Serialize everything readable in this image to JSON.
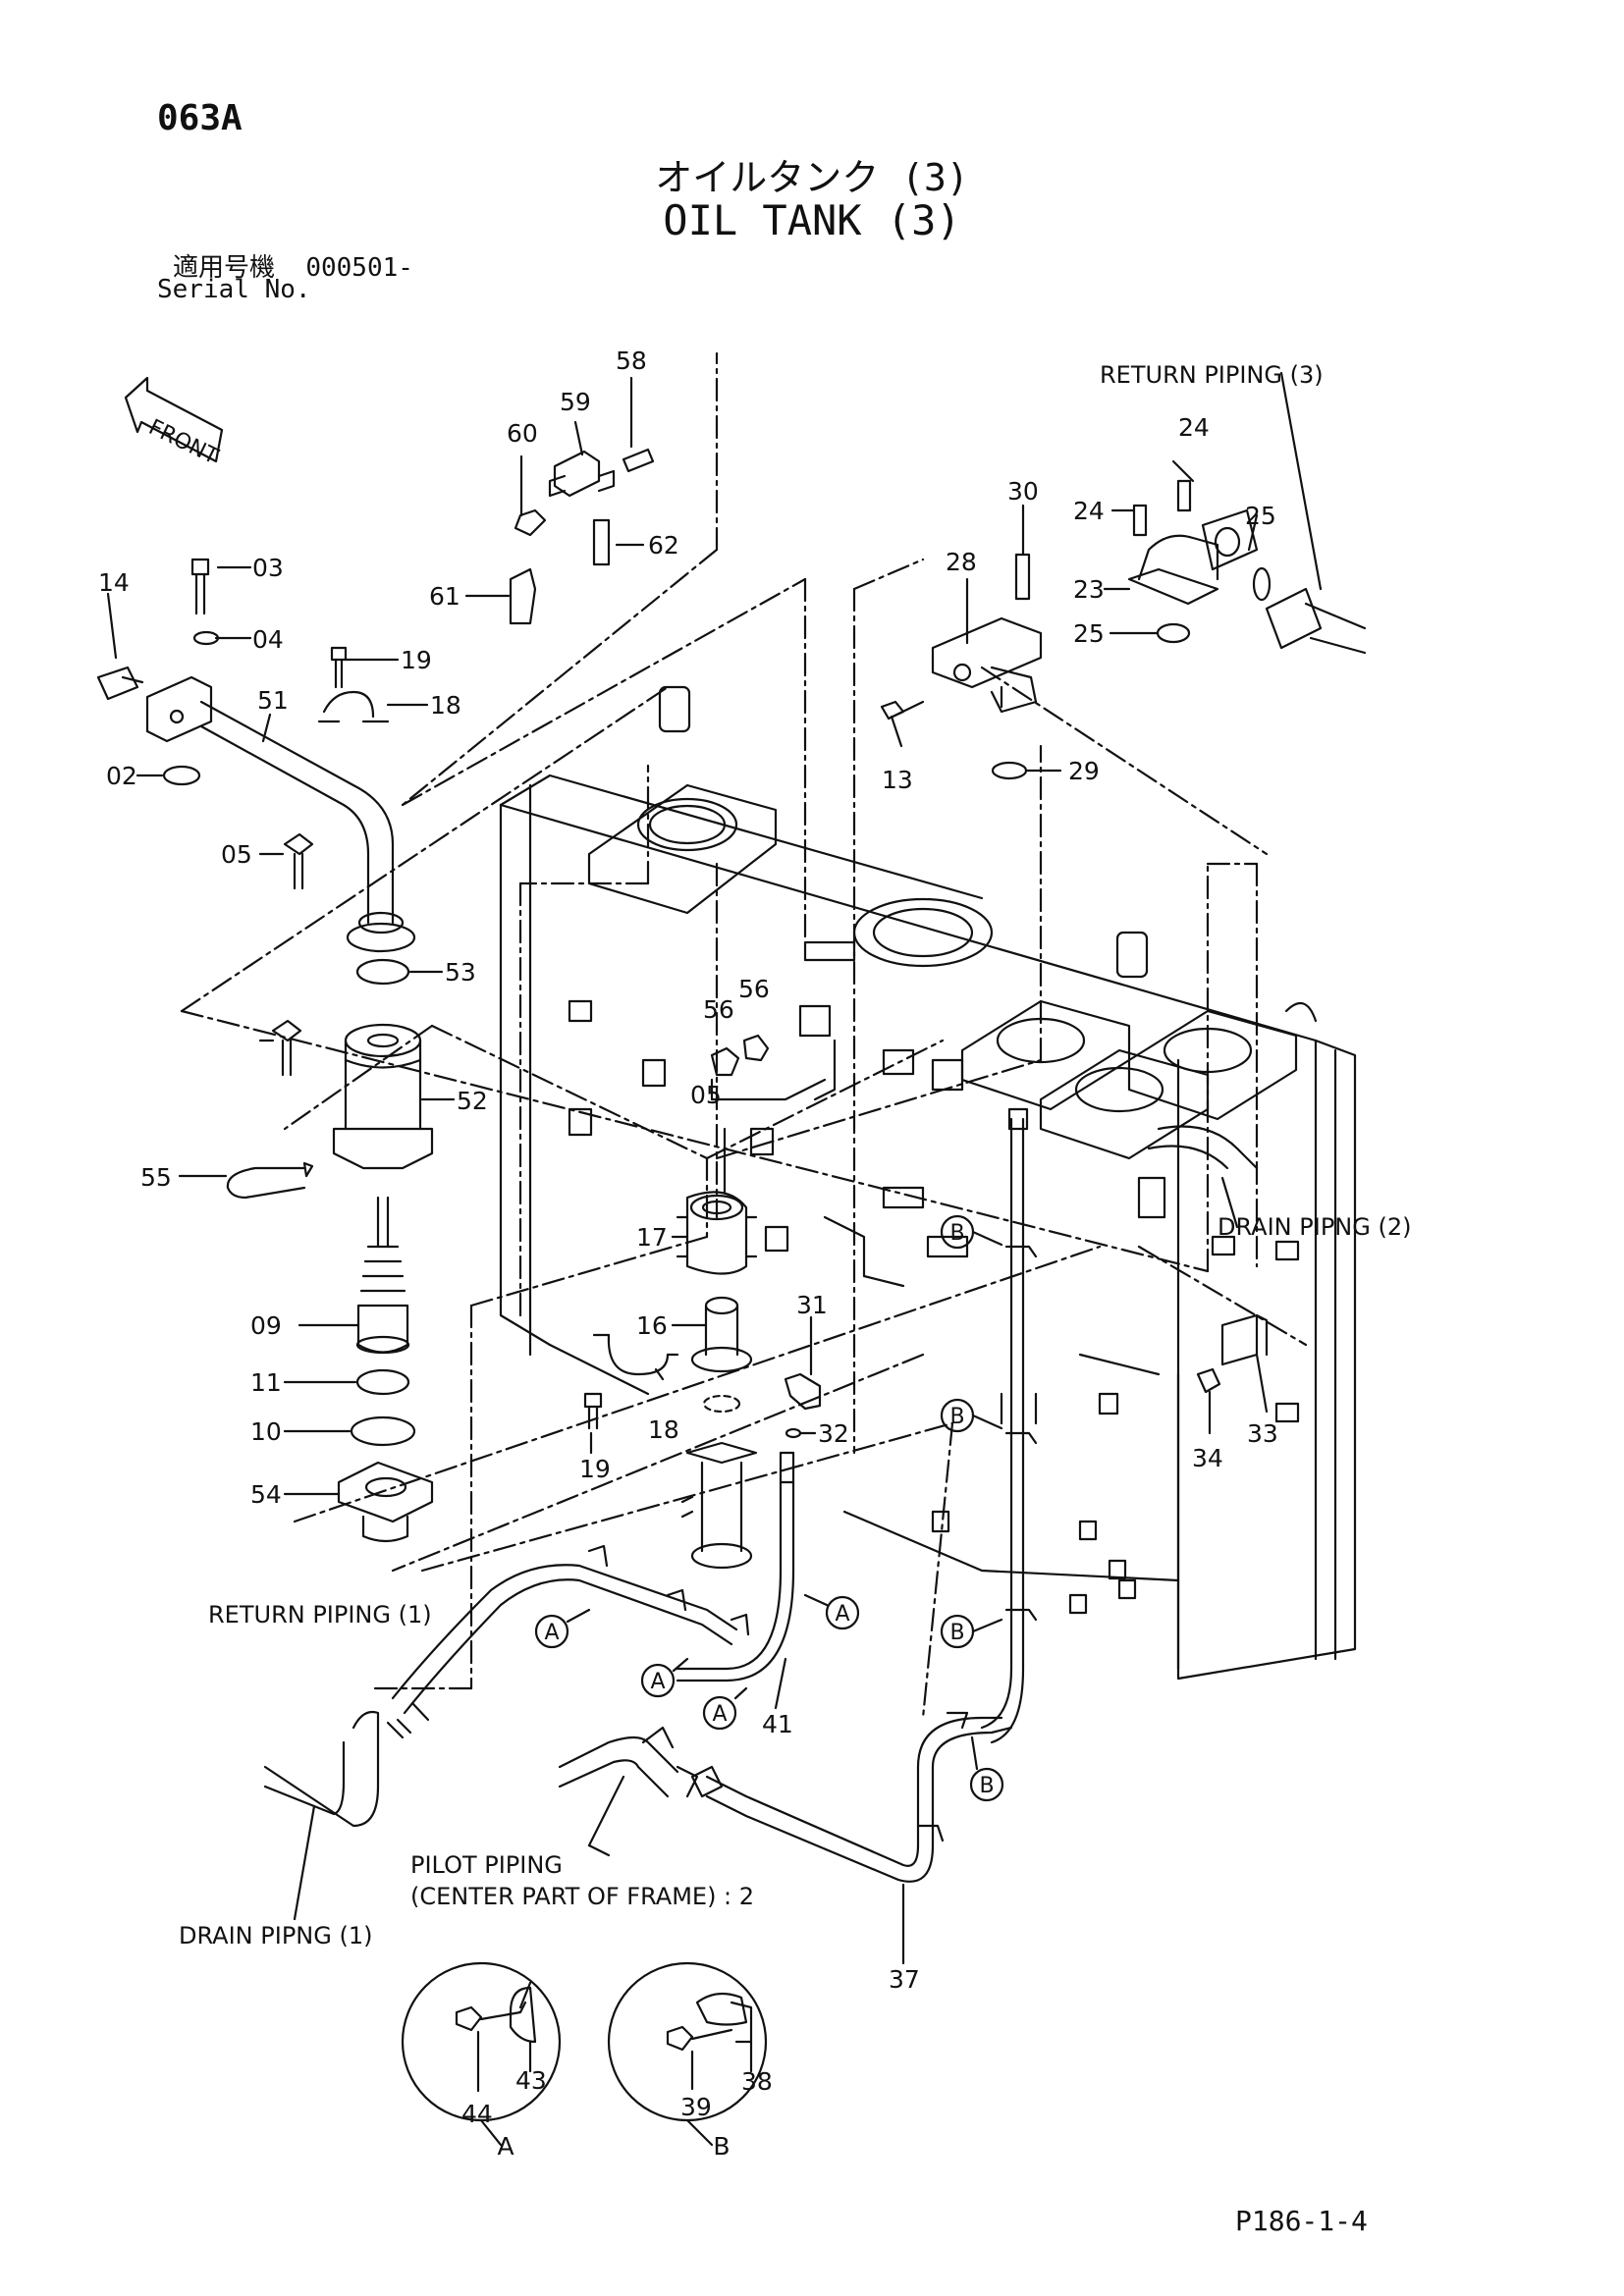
{
  "header": {
    "code": "063A",
    "title_jp": "オイルタンク (3)",
    "title_en": "OIL TANK (3)",
    "serial_label_jp": "適用号機",
    "serial_value": "000501-",
    "serial_label_en": "Serial No."
  },
  "front_marker": "FRONT",
  "callouts": {
    "return_piping_3": "RETURN PIPING (3)",
    "return_piping_1": "RETURN PIPING (1)",
    "drain_piping_2": "DRAIN PIPNG (2)",
    "drain_piping_1": "DRAIN PIPNG (1)",
    "pilot_piping_1": "PILOT PIPING",
    "pilot_piping_2": "(CENTER PART OF FRAME) : 2"
  },
  "part_numbers": [
    "58",
    "59",
    "60",
    "62",
    "61",
    "03",
    "04",
    "14",
    "19",
    "18",
    "51",
    "02",
    "05",
    "53",
    "52",
    "55",
    "09",
    "11",
    "10",
    "54",
    "17",
    "16",
    "31",
    "32",
    "19",
    "18",
    "41",
    "37",
    "24",
    "24",
    "25",
    "23",
    "25",
    "30",
    "28",
    "13",
    "29",
    "56",
    "56",
    "05",
    "33",
    "34",
    "44",
    "43",
    "39",
    "38"
  ],
  "circle_markers": [
    "A",
    "A",
    "A",
    "A",
    "A",
    "B",
    "B",
    "B",
    "B"
  ],
  "detail_views": [
    "A",
    "B"
  ],
  "footer": {
    "page": "P186-1-4"
  }
}
